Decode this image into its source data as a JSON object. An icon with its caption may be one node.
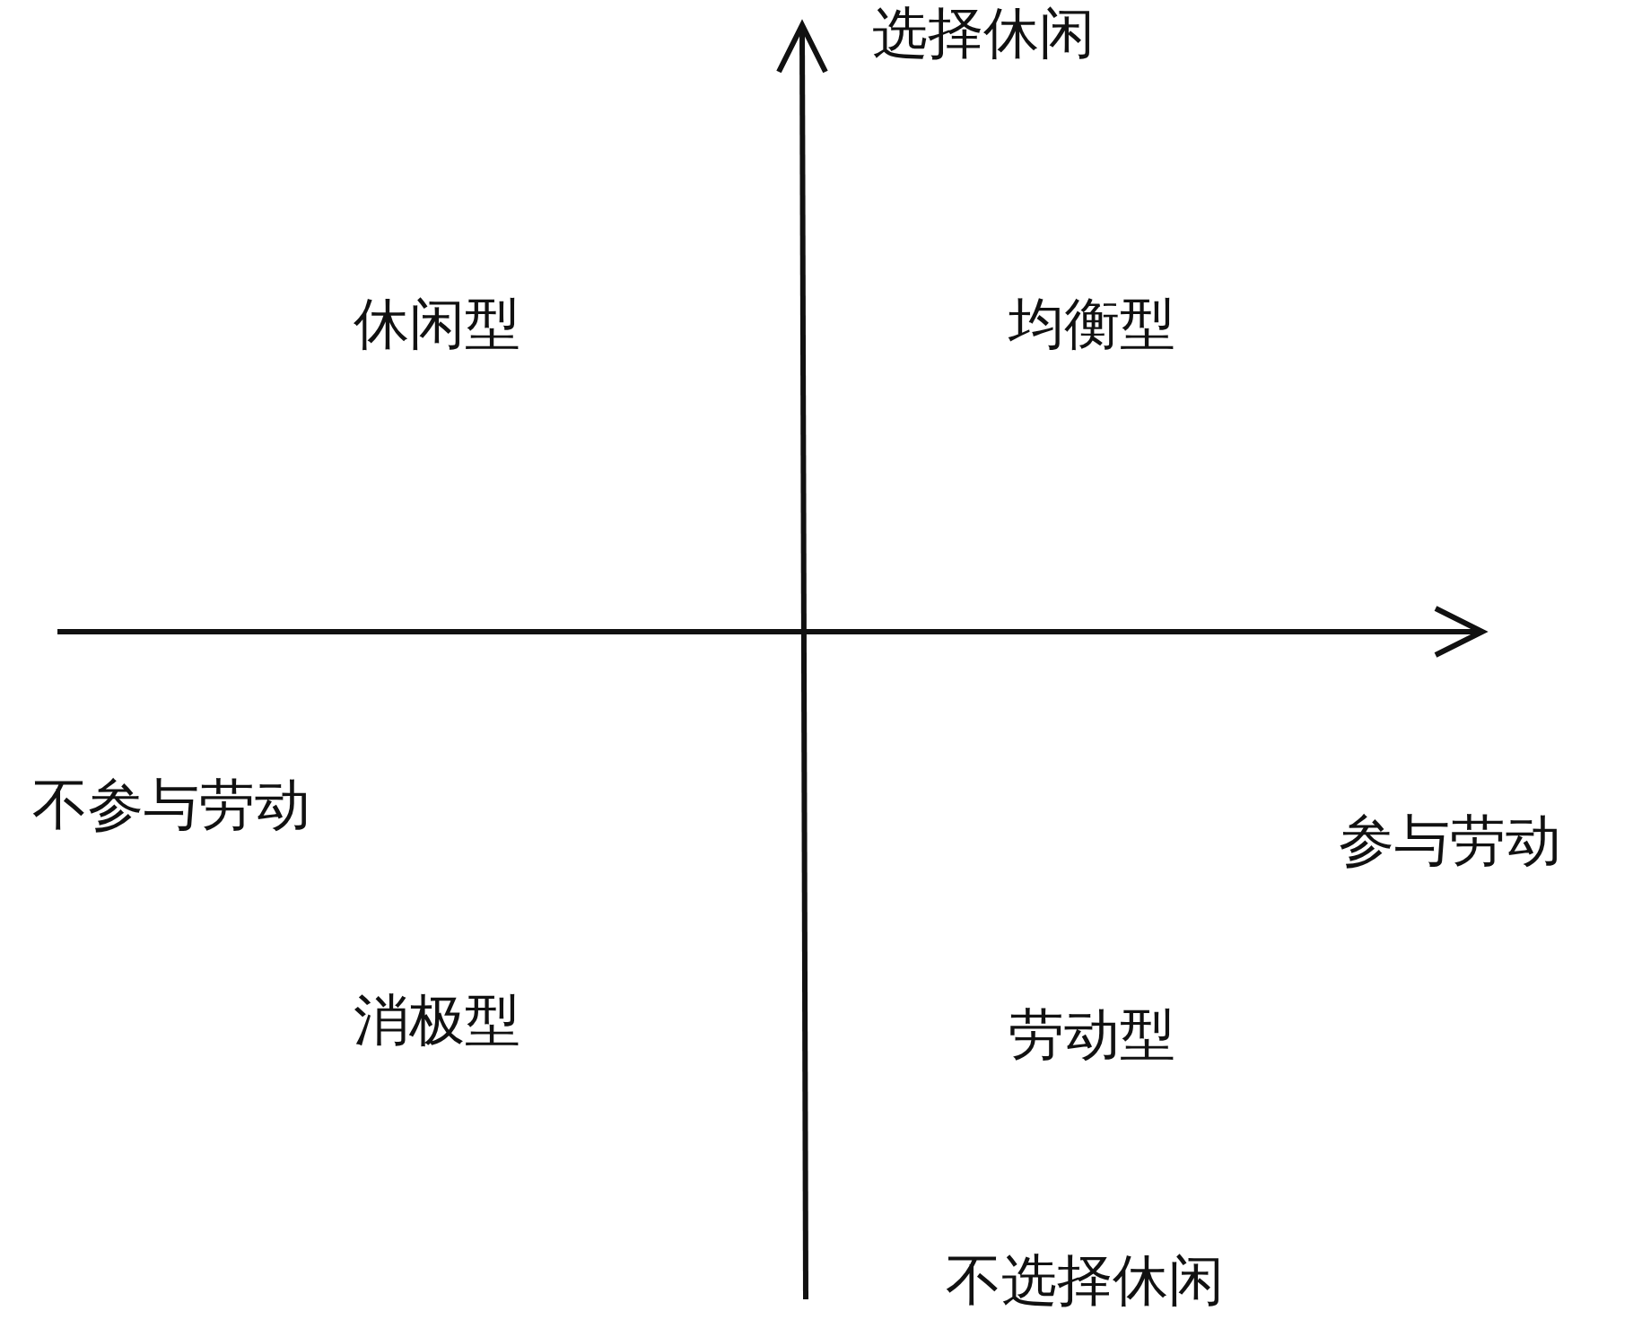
{
  "diagram": {
    "labels": [
      "选择休闲",
      "休闲型",
      "均衡型",
      "不参与劳动",
      "参与劳动",
      "消极型",
      "劳动型",
      "不选择休闲"
    ]
  }
}
